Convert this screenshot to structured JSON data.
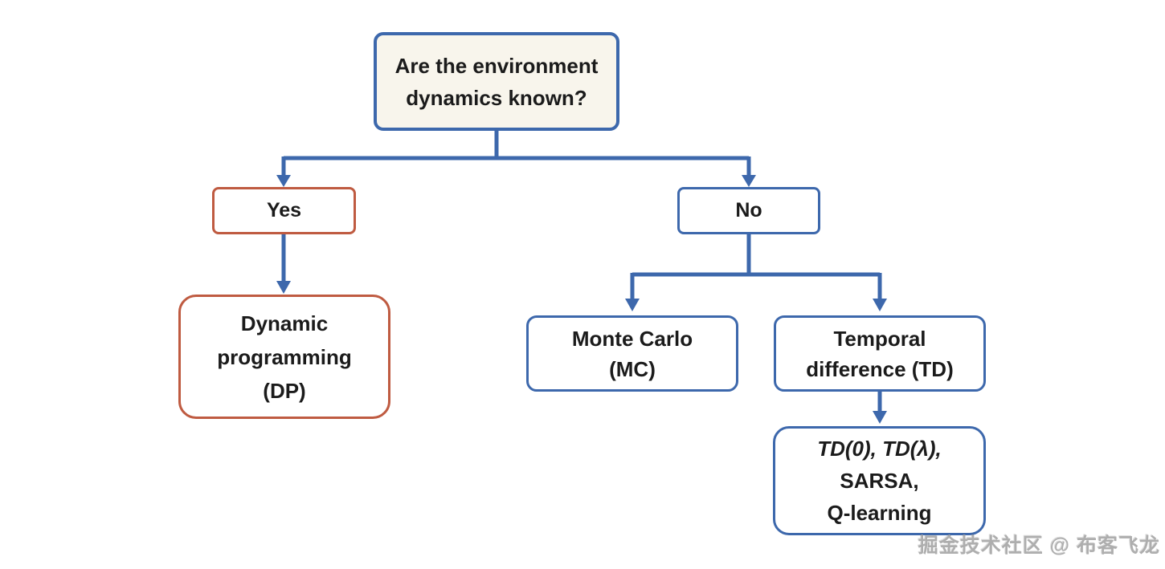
{
  "colors": {
    "connector_blue": "#3d68ac",
    "accent_orange": "#bf5b41",
    "root_fill": "#f8f5ec",
    "text": "#1b1b1b",
    "watermark_gray": "#aeaeae"
  },
  "nodes": {
    "root": {
      "lines": [
        "Are the environment",
        "dynamics known?"
      ]
    },
    "yes": {
      "label": "Yes"
    },
    "no": {
      "label": "No"
    },
    "dp": {
      "lines": [
        "Dynamic",
        "programming",
        "(DP)"
      ]
    },
    "mc": {
      "lines": [
        "Monte Carlo",
        "(MC)"
      ]
    },
    "td": {
      "lines": [
        "Temporal",
        "difference (TD)"
      ]
    },
    "td_algos": {
      "lines": [
        "TD(0), TD(λ),",
        "SARSA,",
        "Q-learning"
      ]
    }
  },
  "watermark": {
    "text": "掘金技术社区 @ 布客飞龙"
  }
}
